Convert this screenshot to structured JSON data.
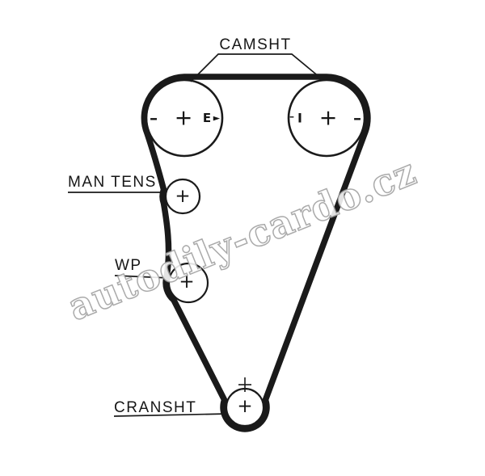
{
  "labels": {
    "camshaft": "CAMSHT",
    "manual_tensioner": "MAN TENS",
    "water_pump": "WP",
    "crankshaft": "CRANSHT"
  },
  "marks": {
    "plus": "+",
    "minus": "-",
    "exhaust": "E",
    "exhaust_arrow": "►",
    "intake": "I",
    "intake_dash": "-"
  },
  "watermark": "autodily-cardo.cz",
  "colors": {
    "line": "#1a1a1a",
    "watermark_outline": "#9b9b9b",
    "background": "#ffffff"
  }
}
